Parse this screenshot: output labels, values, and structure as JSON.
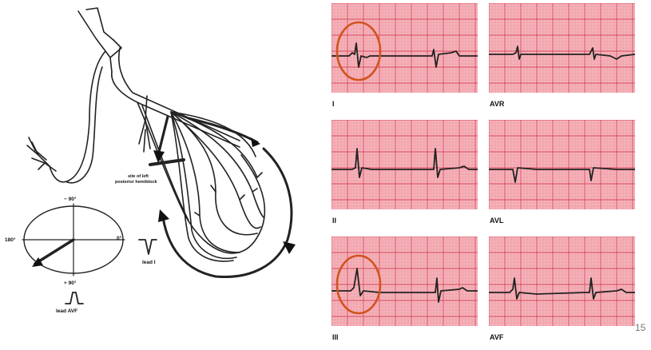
{
  "diagram": {
    "block_label_line1": "site of left",
    "block_label_line2": "posterior hemiblock",
    "axis_top": "− 90°",
    "axis_left": "180°",
    "axis_right": "0°",
    "axis_bottom": "+ 90°",
    "lead_i_label": "lead I",
    "lead_avf_label": "lead AVF"
  },
  "ecg": {
    "leads": [
      {
        "id": "I",
        "label": "I",
        "highlighted": true
      },
      {
        "id": "AVR",
        "label": "AVR",
        "highlighted": false
      },
      {
        "id": "II",
        "label": "II",
        "highlighted": false
      },
      {
        "id": "AVL",
        "label": "AVL",
        "highlighted": false
      },
      {
        "id": "III",
        "label": "III",
        "highlighted": true
      },
      {
        "id": "AVF",
        "label": "AVF",
        "highlighted": false
      }
    ]
  },
  "colors": {
    "grid_bg": "#f4b3ba",
    "grid_minor": "#f08d9a",
    "grid_major": "#d9485c",
    "trace": "#222222",
    "highlight": "#d2521f"
  },
  "slide": {
    "page_number": "15"
  }
}
